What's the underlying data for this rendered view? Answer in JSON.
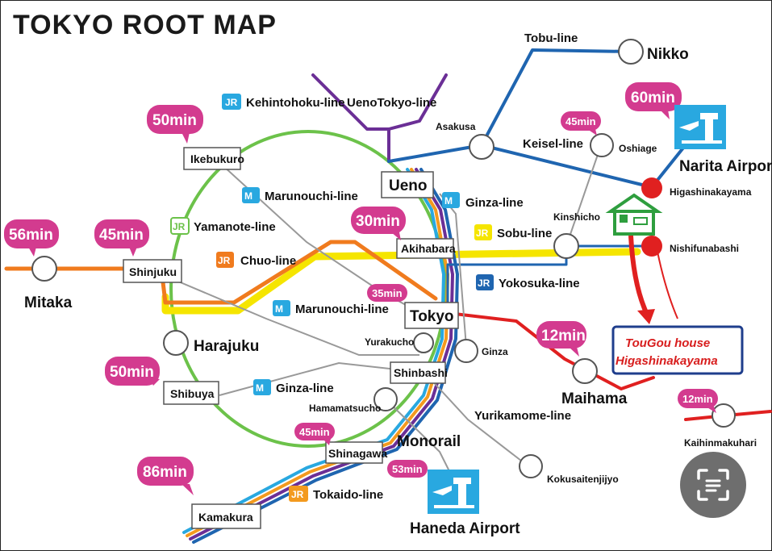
{
  "title": "TOKYO ROOT MAP",
  "colors": {
    "yamanote": "#6cc24a",
    "chuo": "#f07b1e",
    "sobu": "#f5e500",
    "keihin": "#29a8e0",
    "tobu": "#1f65b0",
    "keisei": "#1f65b0",
    "yokosuka": "#1f65b0",
    "ueno_tokyo": "#6b2f96",
    "tokaido": "#f39a1e",
    "red_line": "#e02020",
    "minutes_bubble": "#d33b8f",
    "airport": "#29a8e0",
    "house": "#2e9e3e"
  },
  "stations": {
    "mitaka": "Mitaka",
    "shinjuku": "Shinjuku",
    "harajuku": "Harajuku",
    "shibuya": "Shibuya",
    "ikebukuro": "Ikebukuro",
    "ueno": "Ueno",
    "akihabara": "Akihabara",
    "tokyo": "Tokyo",
    "yurakucho": "Yurakucho",
    "ginza": "Ginza",
    "shinbashi": "Shinbashi",
    "hamamatsucho": "Hamamatsucho",
    "shinagawa": "Shinagawa",
    "kamakura": "Kamakura",
    "asakusa": "Asakusa",
    "oshiage": "Oshiage",
    "kinshicho": "Kinshicho",
    "nikko": "Nikko",
    "higashinakayama": "Higashinakayama",
    "nishifunabashi": "Nishifunabashi",
    "maihama": "Maihama",
    "kaihinmakuhari": "Kaihinmakuhari",
    "kokusaitenjijyo": "Kokusaitenjijyo",
    "narita_airport": "Narita Airport",
    "haneda_airport": "Haneda Airport",
    "monorail": "Monorail"
  },
  "lines": {
    "tobu": "Tobu-line",
    "keihintohoku": "Kehintohoku-line",
    "uenotokyo": "UenoTokyo-line",
    "keisei": "Keisel-line",
    "marunouchi_1": "Marunouchi-line",
    "marunouchi_2": "Marunouchi-line",
    "yamanote": "Yamanote-line",
    "chuo": "Chuo-line",
    "ginza_1": "Ginza-line",
    "ginza_2": "Ginza-line",
    "sobu": "Sobu-line",
    "yokosuka": "Yokosuka-line",
    "yurikamome": "Yurikamome-line",
    "tokaido": "Tokaido-line"
  },
  "minutes": {
    "mitaka": "56min",
    "shinjuku": "45min",
    "ikebukuro": "50min",
    "shibuya": "50min",
    "kamakura": "86min",
    "akihabara": "30min",
    "tokyo": "35min",
    "shinagawa": "45min",
    "haneda": "53min",
    "narita": "60min",
    "oshiage": "45min",
    "maihama": "12min",
    "kaihinmakuhari": "12min"
  },
  "house": {
    "line1": "TouGou house",
    "line2": "Higashinakayama"
  },
  "icons": [
    "jr-icon",
    "metro-icon",
    "airport-icon",
    "house-icon",
    "scan-icon"
  ]
}
